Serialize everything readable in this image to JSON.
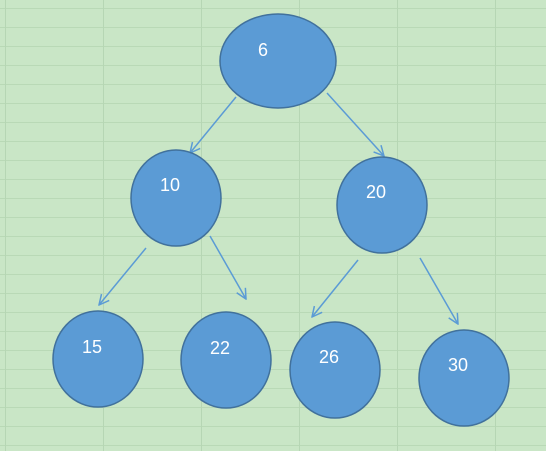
{
  "tree": {
    "nodes": [
      {
        "id": "n6",
        "label": "6"
      },
      {
        "id": "n10",
        "label": "10"
      },
      {
        "id": "n20",
        "label": "20"
      },
      {
        "id": "n15",
        "label": "15"
      },
      {
        "id": "n22",
        "label": "22"
      },
      {
        "id": "n26",
        "label": "26"
      },
      {
        "id": "n30",
        "label": "30"
      }
    ],
    "edges": [
      {
        "from": "n6",
        "to": "n10"
      },
      {
        "from": "n6",
        "to": "n20"
      },
      {
        "from": "n10",
        "to": "n15"
      },
      {
        "from": "n10",
        "to": "n22"
      },
      {
        "from": "n20",
        "to": "n26"
      },
      {
        "from": "n20",
        "to": "n30"
      }
    ],
    "colors": {
      "node_fill": "#5b9bd5",
      "node_border": "#41719c",
      "edge": "#5b9bd5",
      "label": "#ffffff",
      "background": "#c9e6c6",
      "gridline": "#b6d6b4"
    }
  }
}
